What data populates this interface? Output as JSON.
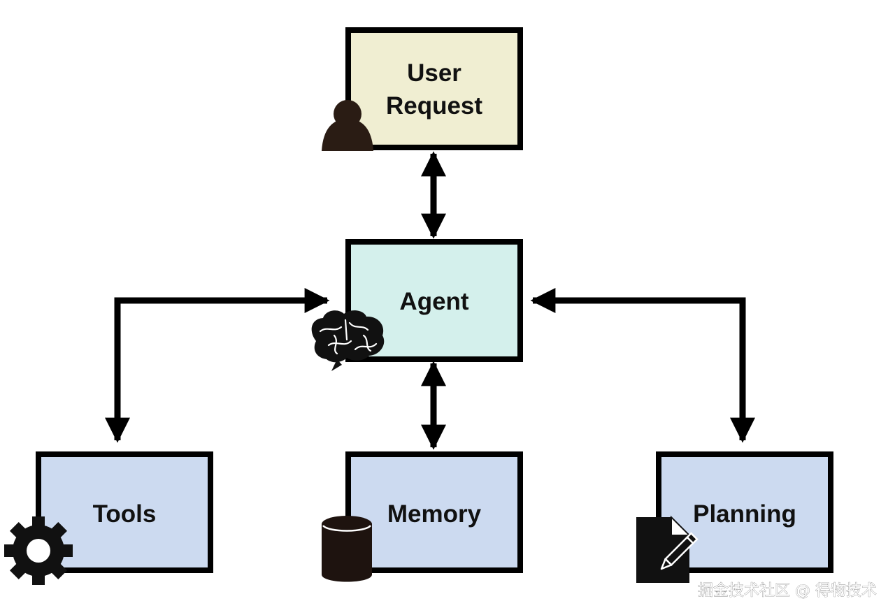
{
  "nodes": {
    "user_request": {
      "line1": "User",
      "line2": "Request",
      "fill": "#f0eed2"
    },
    "agent": {
      "label": "Agent",
      "fill": "#d4f0ec"
    },
    "tools": {
      "label": "Tools",
      "fill": "#ccdaf0"
    },
    "memory": {
      "label": "Memory",
      "fill": "#ccdaf0"
    },
    "planning": {
      "label": "Planning",
      "fill": "#ccdaf0"
    }
  },
  "icons": {
    "user": "person-icon",
    "agent": "brain-icon",
    "tools": "gear-icon",
    "memory": "database-icon",
    "planning": "document-pencil-icon"
  },
  "watermark": "掘金技术社区 @ 得物技术",
  "colors": {
    "stroke": "#000000",
    "icon": "#111111"
  }
}
